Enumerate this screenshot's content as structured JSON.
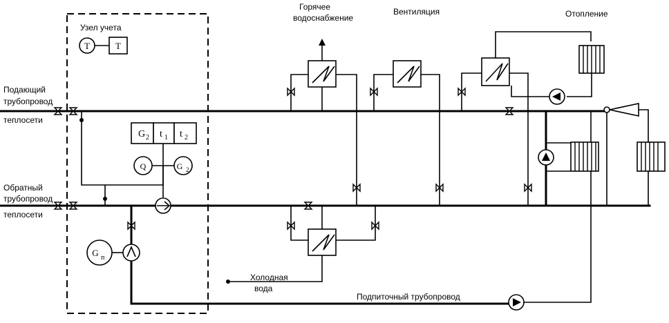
{
  "labels": {
    "metering_unit": "Узел учета",
    "supply_pipe": [
      "Подающий",
      "трубопровод",
      "теплосети"
    ],
    "return_pipe": [
      "Обратный",
      "трубопровод",
      "теплосети"
    ],
    "hot_water": [
      "Горячее",
      "водоснабжение"
    ],
    "ventilation": "Вентиляция",
    "heating": "Отопление",
    "cold_water": [
      "Холодная",
      "вода"
    ],
    "makeup_pipe": "Подпиточный трубопровод"
  },
  "instruments": {
    "thermometer_circle": "T",
    "thermometer_box": "T",
    "g2_box": "G",
    "g2_sub": "2",
    "t1_box": "t",
    "t1_sub": "1",
    "t2_box": "t",
    "t2_sub": "2",
    "q_circle": "Q",
    "g2_circle": "G",
    "g2_circle_sub": "2",
    "gp_circle": "G",
    "gp_sub": "п"
  }
}
